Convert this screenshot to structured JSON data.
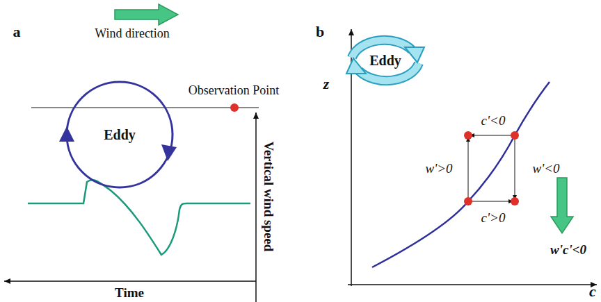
{
  "diagram": {
    "nodes": [
      {
        "text": [
          "Eddy"
        ]
      },
      {
        "text": [
          "Eddy"
        ]
      }
    ],
    "labels": [
      "a",
      "Wind direction",
      "Observation Point",
      "Vertical wind speed",
      "Time",
      "b",
      "z",
      "c'<0",
      "w'>0",
      "w'<0",
      "c'>0",
      "w'c'<0",
      "c"
    ]
  }
}
